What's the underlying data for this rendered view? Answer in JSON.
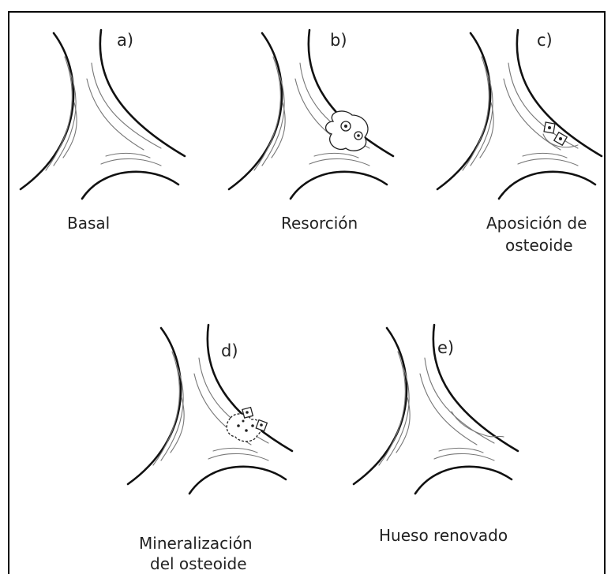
{
  "panels": [
    {
      "letter": "a)",
      "caption": "Basal"
    },
    {
      "letter": "b)",
      "caption": "Resorción"
    },
    {
      "letter": "c)",
      "caption_line1": "Aposición de",
      "caption_line2": "osteoide"
    },
    {
      "letter": "d)",
      "caption_line1": "Mineralización",
      "caption_line2": "del osteoide"
    },
    {
      "letter": "e)",
      "caption": "Hueso renovado"
    }
  ]
}
